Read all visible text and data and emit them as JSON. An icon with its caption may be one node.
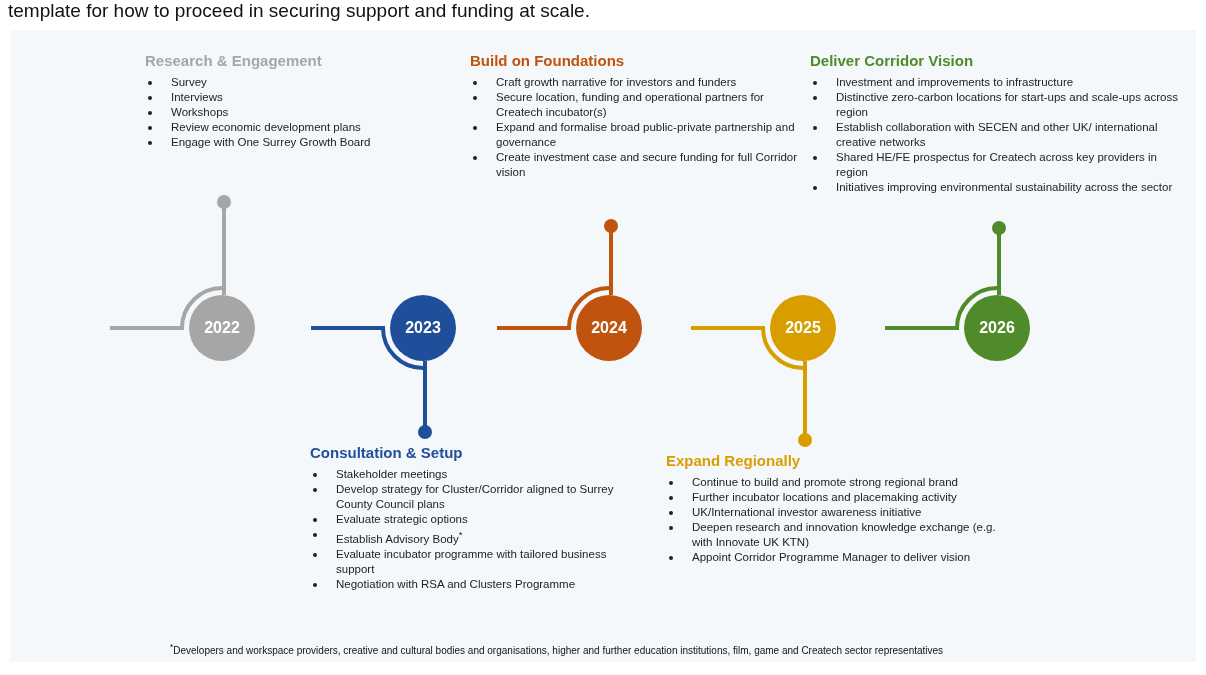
{
  "diagram": {
    "nodes": [
      {
        "text": [
          "Research & Engagement",
          "Survey",
          "Interviews",
          "Workshops",
          "Review economic development plans",
          "Engage with One Surrey Growth Board"
        ]
      },
      {
        "text": [
          "Build on Foundations",
          "Craft growth narrative for investors and funders",
          "Secure location, funding and operational partners for Createch incubator(s)",
          "Expand and formalise broad public-private partnership and governance",
          "Create investment case and secure funding for full Corridor vision"
        ]
      },
      {
        "text": [
          "Deliver Corridor Vision",
          "Investment and improvements to infrastructure",
          "Distinctive zero-carbon locations for start-ups and scale-ups across region",
          "Establish collaboration with SECEN and other UK/ international creative networks",
          "Shared HE/FE prospectus for Createch across key providers in region",
          "Initiatives improving environmental sustainability across the sector"
        ]
      },
      {
        "text": [
          "2022"
        ]
      },
      {
        "text": [
          "2023"
        ]
      },
      {
        "text": [
          "2024"
        ]
      },
      {
        "text": [
          "2025"
        ]
      },
      {
        "text": [
          "2026"
        ]
      },
      {
        "text": [
          "Consultation & Setup",
          "Stakeholder meetings",
          "Develop strategy for Cluster/Corridor aligned to Surrey County Council plans",
          "Evaluate strategic options",
          "Establish Advisory Body$^{*}$",
          "Evaluate incubator programme with tailored business support",
          "Negotiation with RSA and Clusters Programme"
        ]
      },
      {
        "text": [
          "Expand Regionally",
          "Continue to build and promote strong regional brand",
          "Further incubator locations and placemaking activity",
          "UK/International investor awareness initiative",
          "Deepen research and innovation knowledge exchange (e.g. with Innovate UK KTN)",
          "Appoint Corridor Programme Manager to deliver vision"
        ]
      }
    ],
    "edges": [
      {
        "from": 3,
        "to": 0,
        "arrow": "other",
        "color": "#a6a6a6"
      },
      {
        "from": 4,
        "to": 8,
        "arrow": "other",
        "color": "#1f4e9a"
      },
      {
        "from": 5,
        "to": 1,
        "arrow": "other",
        "color": "#c0530d"
      },
      {
        "from": 6,
        "to": 9,
        "arrow": "other",
        "color": "#d89e00"
      },
      {
        "from": 7,
        "to": 2,
        "arrow": "other",
        "color": "#4f8a2b"
      }
    ],
    "labels": [
      "template for how to proceed in securing support and funding at scale.",
      "$^{*}$Developers and workspace providers, creative and cultural bodies and organisations, higher and further education institutions, film, game and Createch sector representatives"
    ]
  }
}
